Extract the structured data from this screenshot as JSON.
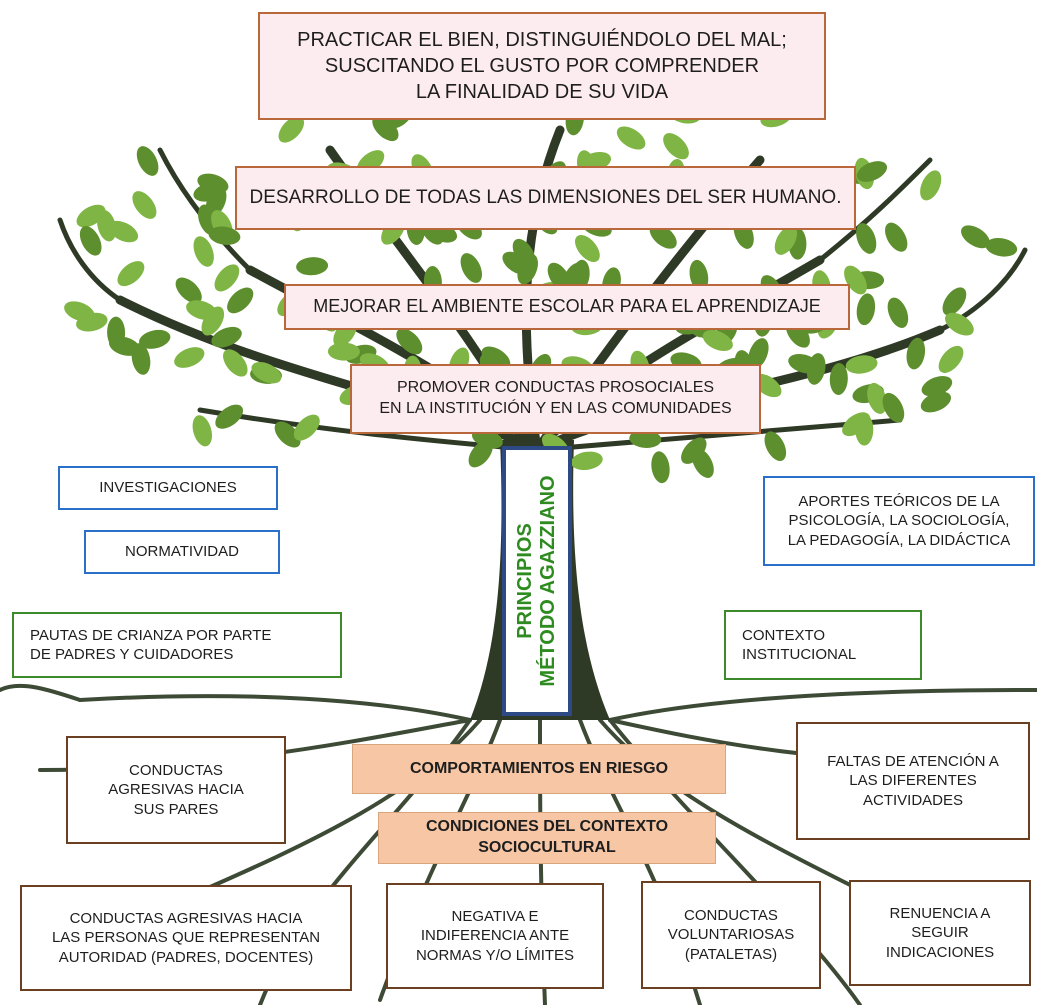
{
  "colors": {
    "leaf": "#7fb544",
    "leaf_dark": "#5e8f2e",
    "branch": "#2f3a26",
    "root": "#3d4a35",
    "pink_fill": "#fcecef",
    "pink_border": "#b8683a",
    "blue_border": "#2a70c8",
    "green_border": "#3d8a2a",
    "brown_border": "#6b3f22",
    "peach_fill": "#f7c7a5",
    "trunk_border": "#2e4a86",
    "trunk_text": "#2e8b1f"
  },
  "canopy": [
    "PRACTICAR EL BIEN, DISTINGUIÉNDOLO DEL MAL;\nSUSCITANDO EL GUSTO POR COMPRENDER\nLA FINALIDAD DE SU VIDA",
    "DESARROLLO DE TODAS LAS DIMENSIONES DEL SER HUMANO.",
    "MEJORAR EL AMBIENTE ESCOLAR PARA EL APRENDIZAJE",
    "PROMOVER CONDUCTAS PROSOCIALES\nEN LA INSTITUCIÓN Y EN LAS COMUNIDADES"
  ],
  "trunk": "PRINCIPIOS\nMÉTODO AGAZZIANO",
  "left_sources": [
    "INVESTIGACIONES",
    "NORMATIVIDAD"
  ],
  "right_source": "APORTES TEÓRICOS DE LA\nPSICOLOGÍA, LA SOCIOLOGÍA,\nLA PEDAGOGÍA, LA DIDÁCTICA",
  "crianza": "PAUTAS DE CRIANZA POR PARTE\nDE PADRES Y CUIDADORES",
  "contexto": "CONTEXTO\nINSTITUCIONAL",
  "root_headers": [
    "COMPORTAMIENTOS EN RIESGO",
    "CONDICIONES DEL CONTEXTO\nSOCIOCULTURAL"
  ],
  "root_side": [
    "CONDUCTAS\nAGRESIVAS HACIA\nSUS PARES",
    "FALTAS DE ATENCIÓN A\nLAS DIFERENTES\nACTIVIDADES"
  ],
  "root_bottom": [
    "CONDUCTAS AGRESIVAS HACIA\nLAS PERSONAS QUE REPRESENTAN\nAUTORIDAD (PADRES, DOCENTES)",
    "NEGATIVA E\nINDIFERENCIA ANTE\nNORMAS Y/O LÍMITES",
    "CONDUCTAS\nVOLUNTARIOSAS\n(PATALETAS)",
    "RENUENCIA A\nSEGUIR\nINDICACIONES"
  ]
}
